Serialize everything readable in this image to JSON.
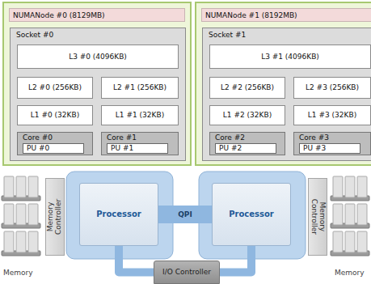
{
  "diagram": {
    "nodes": [
      {
        "text": [
          "NUMANode #0 (8129MB)"
        ]
      },
      {
        "text": [
          "Socket #0"
        ],
        "in": 0
      },
      {
        "text": [
          "L3 #0 (4096KB)"
        ],
        "in": 1
      },
      {
        "text": [
          "L2 #0 (256KB)"
        ],
        "in": 1
      },
      {
        "text": [
          "L2 #1 (256KB)"
        ],
        "in": 1
      },
      {
        "text": [
          "L1 #0 (32KB)"
        ],
        "in": 1
      },
      {
        "text": [
          "L1 #1 (32KB)"
        ],
        "in": 1
      },
      {
        "text": [
          "Core #0"
        ],
        "in": 1
      },
      {
        "text": [
          "PU #0"
        ],
        "in": 7
      },
      {
        "text": [
          "Core #1"
        ],
        "in": 1
      },
      {
        "text": [
          "PU #1"
        ],
        "in": 9
      },
      {
        "text": [
          "NUMANode #1 (8192MB)"
        ]
      },
      {
        "text": [
          "Socket #1"
        ],
        "in": 11
      },
      {
        "text": [
          "L3 #1 (4096KB)"
        ],
        "in": 12
      },
      {
        "text": [
          "L2 #2 (256KB)"
        ],
        "in": 12
      },
      {
        "text": [
          "L2 #3 (256KB)"
        ],
        "in": 12
      },
      {
        "text": [
          "L1 #2 (32KB)"
        ],
        "in": 12
      },
      {
        "text": [
          "L1 #3 (32KB)"
        ],
        "in": 12
      },
      {
        "text": [
          "Core #2"
        ],
        "in": 12
      },
      {
        "text": [
          "PU #2"
        ],
        "in": 18
      },
      {
        "text": [
          "Core #3"
        ],
        "in": 12
      },
      {
        "text": [
          "PU #3"
        ],
        "in": 20
      },
      {
        "text": [
          "Memory Controller"
        ]
      },
      {
        "text": [
          "Processor"
        ]
      },
      {
        "text": [
          "Processor"
        ]
      },
      {
        "text": [
          "Memory Controller"
        ]
      },
      {
        "text": [
          "I/O Controller"
        ]
      }
    ],
    "edges": [
      {
        "from": 23,
        "to": 24,
        "label": "QPI",
        "arrow": "none"
      },
      {
        "from": 23,
        "to": 26,
        "arrow": "none"
      },
      {
        "from": 24,
        "to": 26,
        "arrow": "none"
      }
    ],
    "labels": [
      "Memory",
      "Memory"
    ]
  }
}
